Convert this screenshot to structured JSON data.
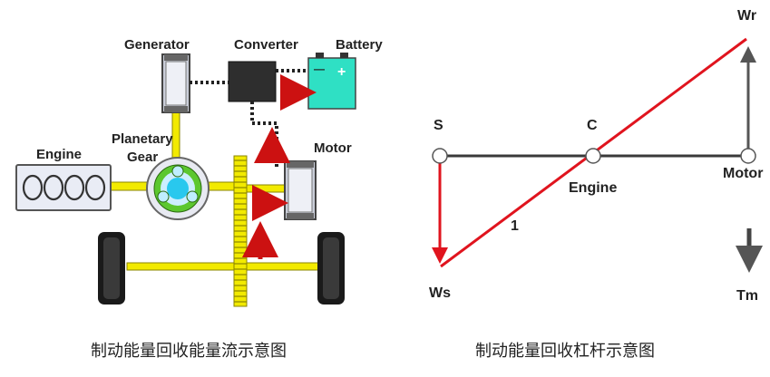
{
  "left_diagram": {
    "labels": {
      "generator": "Generator",
      "converter": "Converter",
      "battery": "Battery",
      "planetary_gear_line1": "Planetary",
      "planetary_gear_line2": "Gear",
      "engine": "Engine",
      "motor": "Motor"
    },
    "battery_minus": "—",
    "battery_plus": "+",
    "caption": "制动能量回收能量流示意图",
    "colors": {
      "shaft": "#f2ea00",
      "arrow": "#cc1111",
      "battery": "#2fe0c4",
      "converter": "#2e2e2e",
      "ring": "#5cc72f",
      "sun": "#29c8ee"
    }
  },
  "right_diagram": {
    "labels": {
      "s": "S",
      "c": "C",
      "wr": "Wr",
      "engine": "Engine",
      "motor": "Motor",
      "ws": "Ws",
      "tm": "Tm",
      "one": "1"
    },
    "caption": "制动能量回收杠杆示意图",
    "colors": {
      "lever": "#3a3a3a",
      "speed_line": "#e0141e"
    }
  }
}
